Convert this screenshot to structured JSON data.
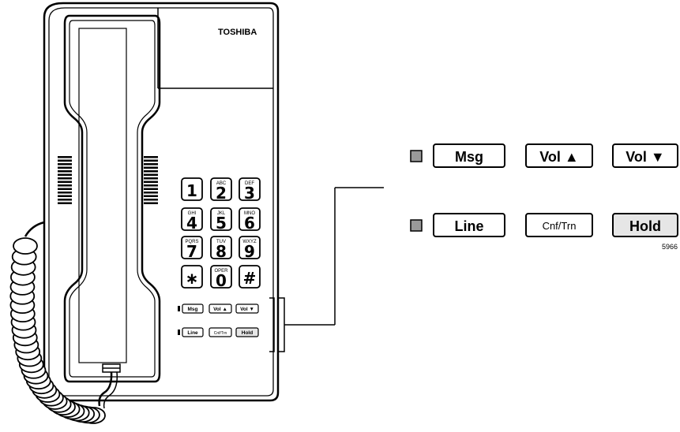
{
  "brand": "TOSHIBA",
  "keypad": [
    {
      "digit": "1",
      "letters": ""
    },
    {
      "digit": "2",
      "letters": "ABC"
    },
    {
      "digit": "3",
      "letters": "DEF"
    },
    {
      "digit": "4",
      "letters": "GHI"
    },
    {
      "digit": "5",
      "letters": "JKL"
    },
    {
      "digit": "6",
      "letters": "MNO"
    },
    {
      "digit": "7",
      "letters": "PQRS"
    },
    {
      "digit": "8",
      "letters": "TUV"
    },
    {
      "digit": "9",
      "letters": "WXYZ"
    },
    {
      "digit": "∗",
      "letters": ""
    },
    {
      "digit": "0",
      "letters": "OPER"
    },
    {
      "digit": "#",
      "letters": ""
    }
  ],
  "feature_keys": {
    "row1": [
      "Msg",
      "Vol ▲",
      "Vol ▼"
    ],
    "row2": [
      "Line",
      "Cnf/Trn",
      "Hold"
    ]
  },
  "colors": {
    "line": "#000000",
    "led": "#9a9a9a",
    "hold_fill": "#e6e6e6"
  },
  "figure_number": "5966"
}
